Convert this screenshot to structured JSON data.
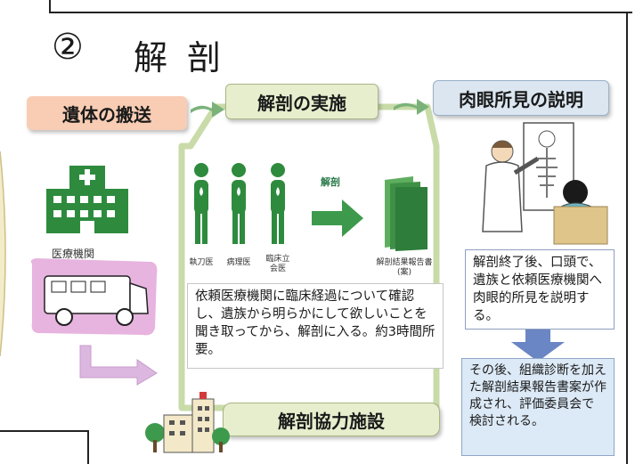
{
  "title": {
    "number": "②",
    "text": "解剖"
  },
  "steps": {
    "transport": "遺体の搬送",
    "autopsy": "解剖の実施",
    "explanation": "肉眼所見の説明",
    "facility": "解剖協力施設"
  },
  "labels": {
    "hospital": "医療機関",
    "autopsy_arrow": "解剖",
    "person_1": "執刀医",
    "person_2": "病理医",
    "person_3": "臨床立会医",
    "report": "解剖結果報告書(案)"
  },
  "notes": {
    "main": "依頼医療機関に臨床経過について確認し、遺族から明らかにして欲しいことを聞き取ってから、解剖に入る。約3時間所要。",
    "explain": "解剖終了後、口頭で、遺族と依頼医療機関へ肉眼的所見を説明する。",
    "after": "その後、組織診断を加えた解剖結果報告書案が作成され、評価委員会で検討される。"
  },
  "colors": {
    "green": "#2e8b3e",
    "arrow_green": "#7ab27a",
    "transport_fill": "#f8cdb4",
    "step_fill": "#e6eecd",
    "explain_fill": "#dbe6f1",
    "after_fill": "#dce9f6",
    "vehicle_bg": "#e7b3df",
    "down_arrow": "#6b86c4"
  }
}
